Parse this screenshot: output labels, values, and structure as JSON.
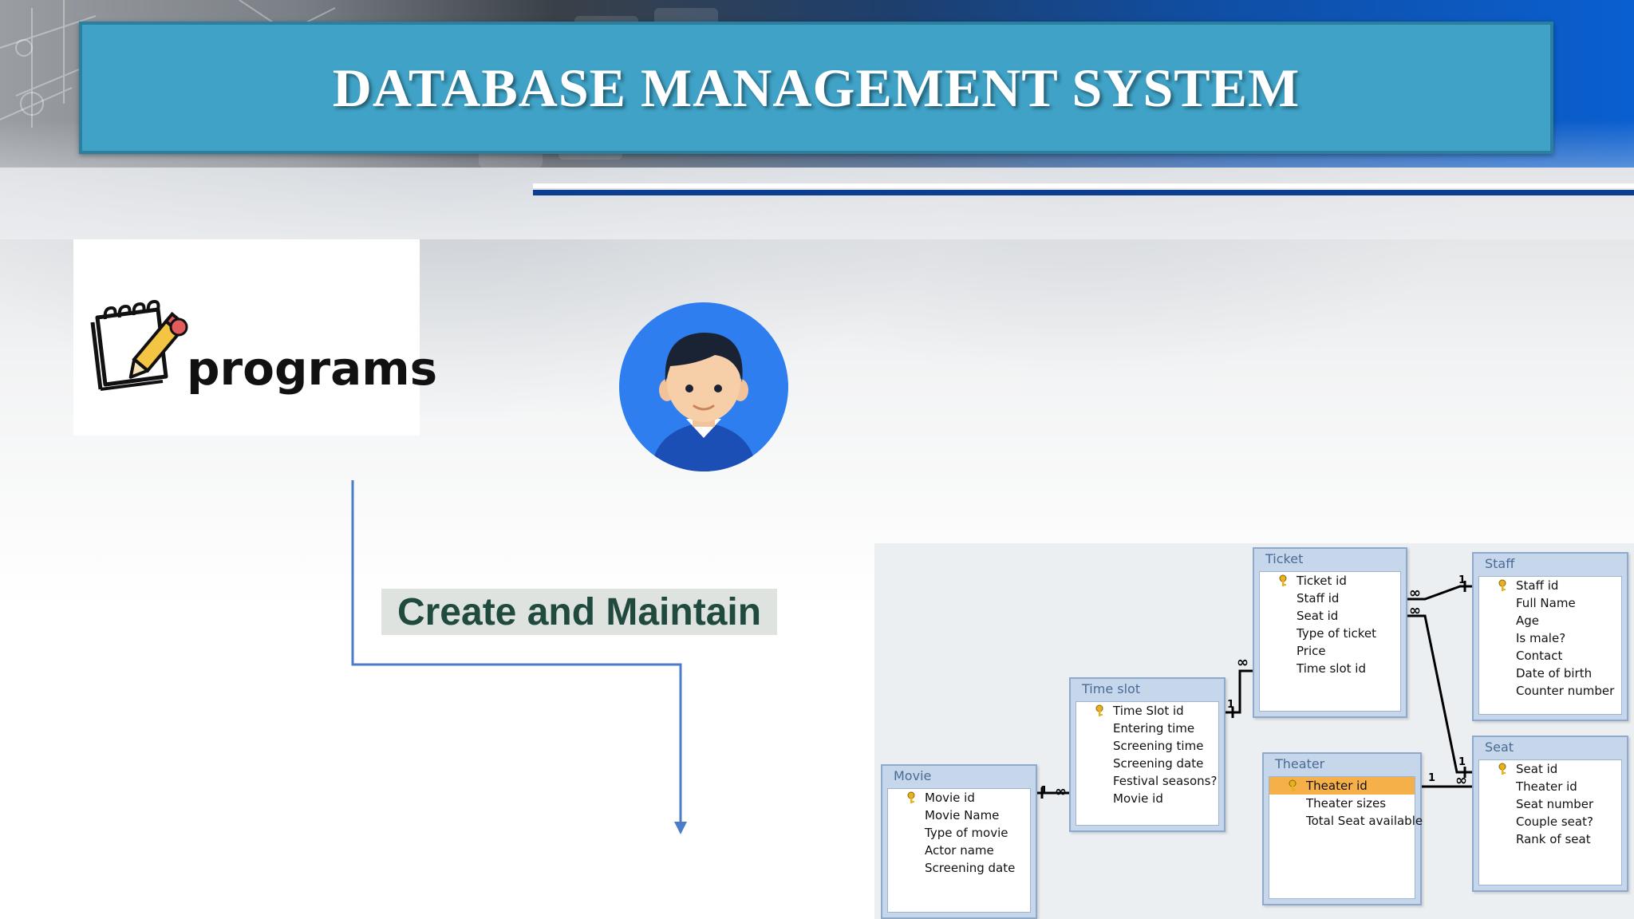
{
  "slide": {
    "title": "DATABASE MANAGEMENT SYSTEM",
    "programs_label": "programs",
    "create_label": "Create and Maintain"
  },
  "colors": {
    "banner": "#3fa2c6",
    "connector": "#4a7cc8",
    "highlight_row": "#f6b04a",
    "table_header": "#c6d7ec"
  },
  "icons": [
    "notepad-pencil-icon",
    "person-avatar-icon",
    "key-icon"
  ],
  "er_diagram": {
    "tables": [
      {
        "name": "Ticket",
        "fields": [
          {
            "label": "Ticket id",
            "key": true
          },
          {
            "label": "Staff id"
          },
          {
            "label": "Seat id"
          },
          {
            "label": "Type of ticket"
          },
          {
            "label": "Price"
          },
          {
            "label": "Time slot id"
          }
        ]
      },
      {
        "name": "Staff",
        "fields": [
          {
            "label": "Staff id",
            "key": true
          },
          {
            "label": "Full Name"
          },
          {
            "label": "Age"
          },
          {
            "label": "Is male?"
          },
          {
            "label": "Contact"
          },
          {
            "label": "Date of birth"
          },
          {
            "label": "Counter number"
          }
        ]
      },
      {
        "name": "Time slot",
        "fields": [
          {
            "label": "Time Slot id",
            "key": true
          },
          {
            "label": "Entering time"
          },
          {
            "label": "Screening time"
          },
          {
            "label": "Screening date"
          },
          {
            "label": "Festival seasons?"
          },
          {
            "label": "Movie id"
          }
        ]
      },
      {
        "name": "Theater",
        "fields": [
          {
            "label": "Theater id",
            "key": true,
            "highlight": true
          },
          {
            "label": "Theater sizes"
          },
          {
            "label": "Total Seat available"
          }
        ]
      },
      {
        "name": "Seat",
        "fields": [
          {
            "label": "Seat id",
            "key": true
          },
          {
            "label": "Theater id"
          },
          {
            "label": "Seat number"
          },
          {
            "label": "Couple seat?"
          },
          {
            "label": "Rank of seat"
          }
        ]
      },
      {
        "name": "Movie",
        "fields": [
          {
            "label": "Movie id",
            "key": true
          },
          {
            "label": "Movie Name"
          },
          {
            "label": "Type of movie"
          },
          {
            "label": "Actor name"
          },
          {
            "label": "Screening date"
          }
        ]
      }
    ],
    "relationship_labels": {
      "one": "1",
      "many": "∞"
    }
  }
}
